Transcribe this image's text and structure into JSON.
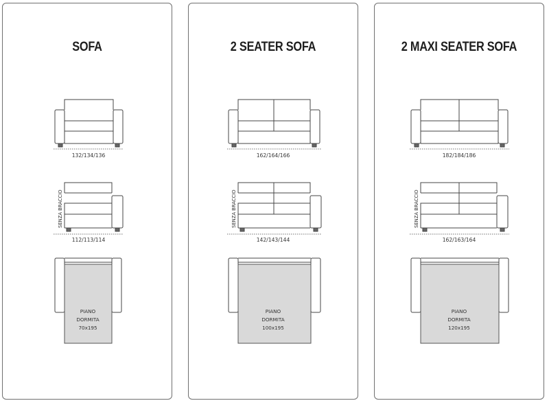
{
  "cards": [
    {
      "title": "SOFA",
      "front_dims": "132/134/136",
      "noarm_label": "SENZA BRACCIO",
      "noarm_dims": "112/113/114",
      "bed_line1": "PIANO",
      "bed_line2": "DORMITA",
      "bed_size": "70x195"
    },
    {
      "title": "2 SEATER SOFA",
      "front_dims": "162/164/166",
      "noarm_label": "SENZA BRACCIO",
      "noarm_dims": "142/143/144",
      "bed_line1": "PIANO",
      "bed_line2": "DORMITA",
      "bed_size": "100x195"
    },
    {
      "title": "2 MAXI SEATER SOFA",
      "front_dims": "182/184/186",
      "noarm_label": "SENZA BRACCIO",
      "noarm_dims": "162/163/164",
      "bed_line1": "PIANO",
      "bed_line2": "DORMITA",
      "bed_size": "120x195"
    }
  ],
  "colors": {
    "line": "#444444",
    "mattress_fill": "#d9d9d9",
    "card_border": "#6f6f6f"
  }
}
